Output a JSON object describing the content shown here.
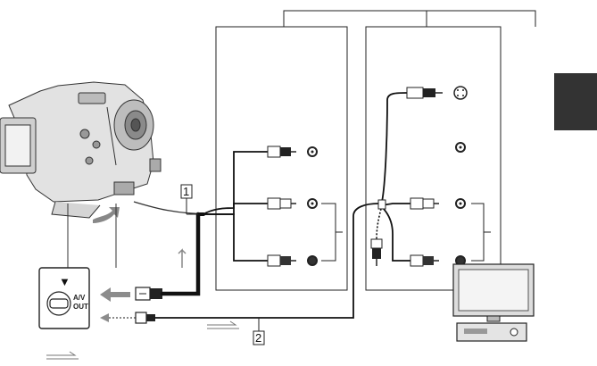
{
  "camera_panel": {
    "jack_label_line1": "A/V",
    "jack_label_line2": "OUT",
    "indicator_symbol": "▼"
  },
  "callouts": {
    "cable_1": "1",
    "cable_2": "2"
  },
  "colors": {
    "tab": "#333333",
    "cable": "#111111",
    "panel_border": "#222222",
    "arrow_fill": "#777777"
  },
  "icons": [
    "camcorder-icon",
    "tv-icon",
    "vcr-icon",
    "s-video-plug-icon",
    "rca-plug-icon"
  ]
}
